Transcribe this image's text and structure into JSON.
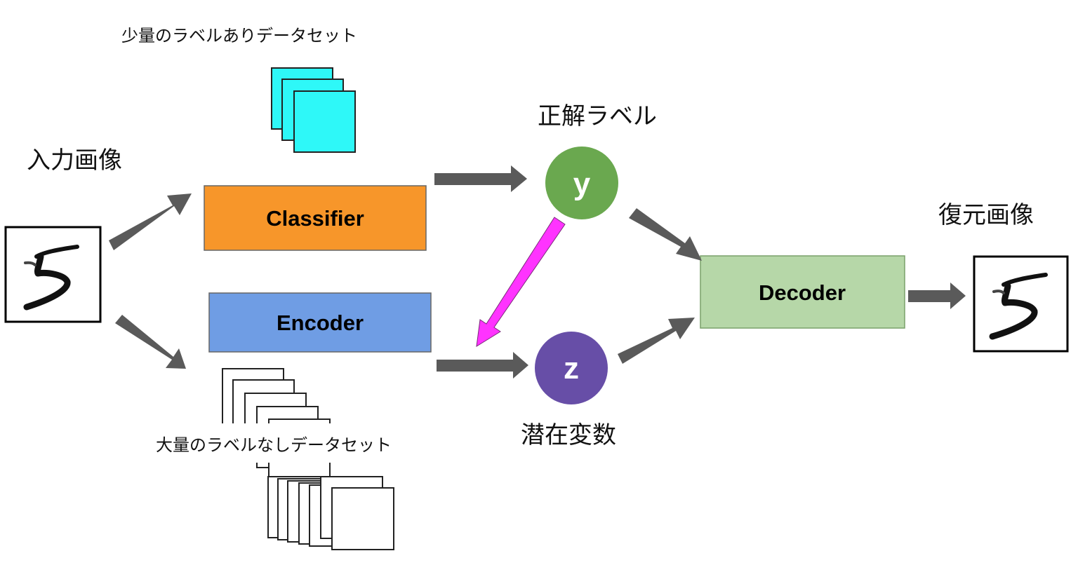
{
  "labels": {
    "input_image": "入力画像",
    "small_labeled": "少量のラベルありデータセット",
    "large_unlabeled": "大量のラベルなしデータセット",
    "true_label": "正解ラベル",
    "latent_var": "潜在変数",
    "reconstructed": "復元画像"
  },
  "boxes": {
    "classifier": "Classifier",
    "encoder": "Encoder",
    "decoder": "Decoder"
  },
  "nodes": {
    "y": "y",
    "z": "z"
  },
  "colors": {
    "classifier": "#f7962a",
    "encoder": "#6f9de4",
    "decoder": "#b6d7a8",
    "node_y": "#6aa84f",
    "node_z": "#674ea7",
    "arrow": "#5a5a5a",
    "arrow_pink": "#ff33ff",
    "stack_cyan": "#2ef8f8"
  }
}
